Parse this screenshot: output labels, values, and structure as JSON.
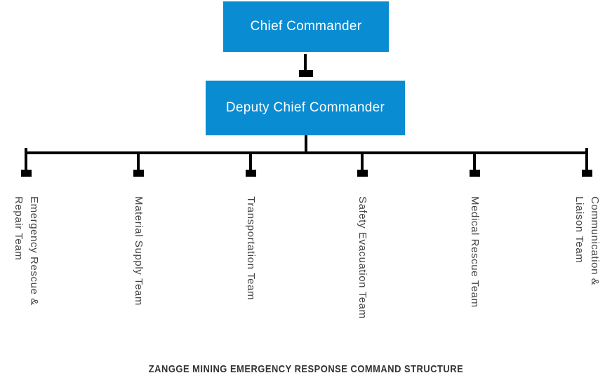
{
  "title": "ZANGGE MINING EMERGENCY RESPONSE COMMAND STRUCTURE",
  "colors": {
    "node_blue": "#0a8cd2",
    "node_text": "#ffffff",
    "connector_black": "#000000",
    "team_label_gray": "#444444",
    "caption_dark": "#333333"
  },
  "org": {
    "root": {
      "label": "Chief Commander"
    },
    "deputy": {
      "label": "Deputy Chief Commander"
    },
    "teams": [
      {
        "name": "Emergency Rescue & Repair Team",
        "lines": [
          "Emergency Rescue &",
          "Repair Team"
        ]
      },
      {
        "name": "Material Supply Team",
        "lines": [
          "Material Supply Team"
        ]
      },
      {
        "name": "Transportation Team",
        "lines": [
          "Transportation Team"
        ]
      },
      {
        "name": "Safety Evacuation Team",
        "lines": [
          "Safety Evacuation Team"
        ]
      },
      {
        "name": "Medical Rescue Team",
        "lines": [
          "Medical Rescue Team"
        ]
      },
      {
        "name": "Communication & Liaison Team",
        "lines": [
          "Communication &",
          "Liaison Team"
        ]
      }
    ]
  }
}
